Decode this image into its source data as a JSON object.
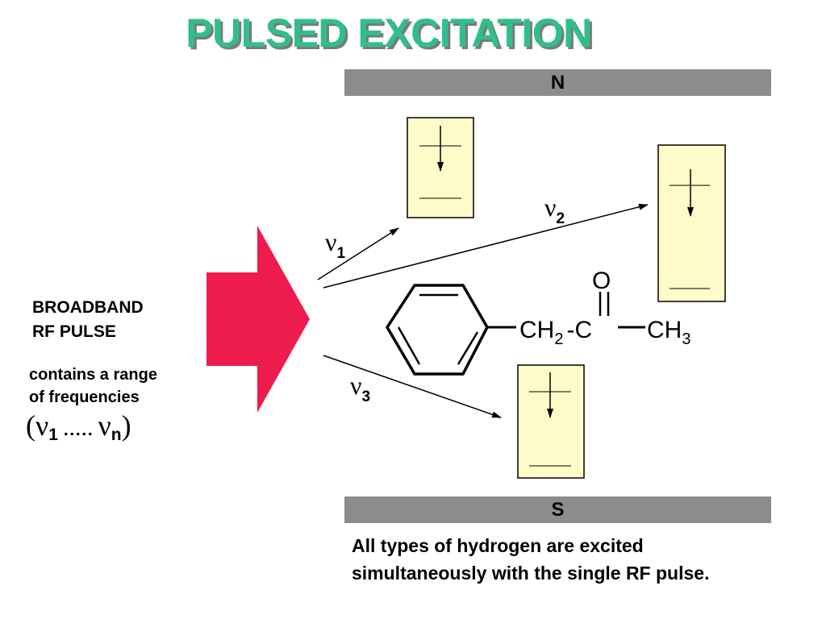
{
  "title": "PULSED EXCITATION",
  "colors": {
    "title": "#2fc08a",
    "arrow": "#ee1c4e",
    "box_fill": "#fffbc8",
    "bar": "#8c8c8c"
  },
  "poles": {
    "north": "N",
    "south": "S"
  },
  "pulse": {
    "label_line1": "BROADBAND",
    "label_line2": "RF PULSE",
    "desc_line1": "contains a range",
    "desc_line2": "of frequencies",
    "range": {
      "open": "(",
      "nu": "ν",
      "sub_start": "1",
      "dots": ".....",
      "sub_end": "n",
      "close": ")"
    }
  },
  "frequencies": [
    {
      "symbol": "ν",
      "sub": "1"
    },
    {
      "symbol": "ν",
      "sub": "2"
    },
    {
      "symbol": "ν",
      "sub": "3"
    }
  ],
  "molecule": {
    "oxygen": "O",
    "ch2": "CH",
    "ch2_sub": "2",
    "dash": "-",
    "carbon": "C",
    "ch3": "CH",
    "ch3_sub": "3"
  },
  "footer": {
    "line1": "All types of hydrogen are excited",
    "line2": "simultaneously with the single RF pulse."
  }
}
